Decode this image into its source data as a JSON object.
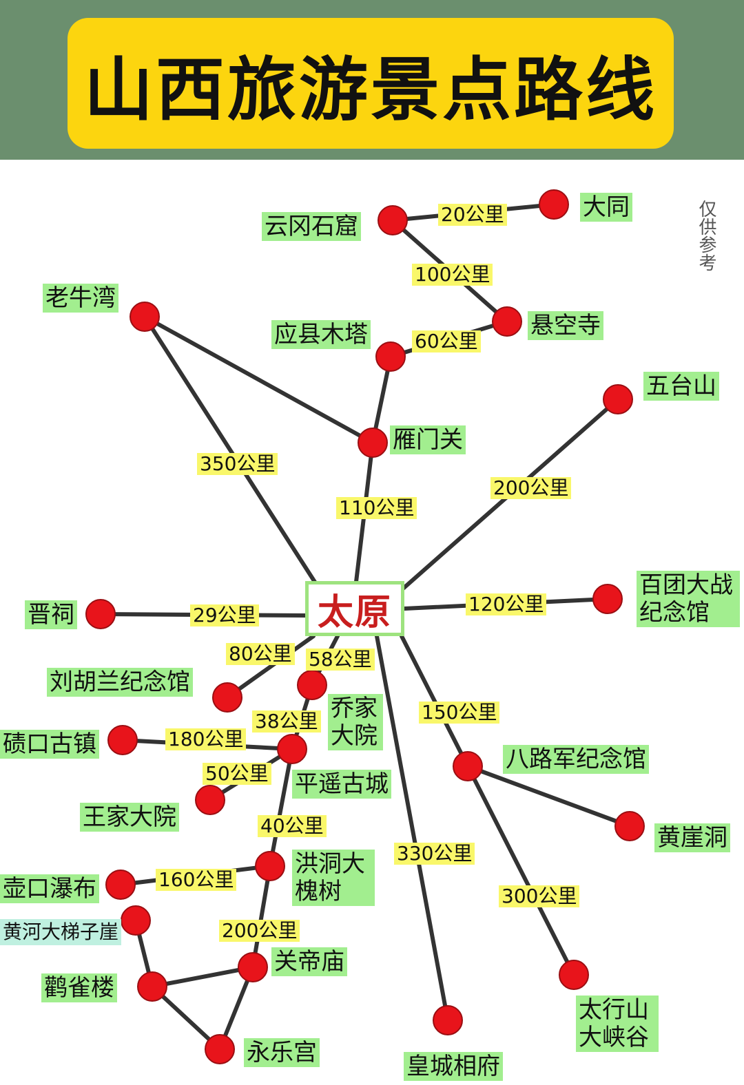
{
  "title": "山西旅游景点路线",
  "note": "仅供参考",
  "center": "太原",
  "places": {
    "datong": "大同",
    "yungang": "云冈石窟",
    "xuankong": "悬空寺",
    "yingxian": "应县木塔",
    "laoniuwan": "老牛湾",
    "yanmen": "雁门关",
    "wutai": "五台山",
    "baituan": "百团大战纪念馆",
    "jinci": "晋祠",
    "liuhulan": "刘胡兰纪念馆",
    "qiaojia": "乔家大院",
    "qikou": "碛口古镇",
    "pingyao": "平遥古城",
    "wangjia": "王家大院",
    "balujun": "八路军纪念馆",
    "huangya": "黄崖洞",
    "hongdong": "洪洞大槐树",
    "hukou": "壶口瀑布",
    "tizi": "黄河大梯子崖",
    "guandi": "关帝庙",
    "queque": "鹳雀楼",
    "yongle": "永乐宫",
    "huangcheng": "皇城相府",
    "taihang": "太行山大峡谷"
  },
  "distances": {
    "yungang_datong": "20公里",
    "yungang_xuankong": "100公里",
    "yingxian_xuankong": "60公里",
    "taiyuan_laoniuwan": "350公里",
    "taiyuan_yanmen": "110公里",
    "taiyuan_wutai": "200公里",
    "taiyuan_baituan": "120公里",
    "taiyuan_jinci": "29公里",
    "taiyuan_liuhulan": "80公里",
    "taiyuan_qiaojia": "58公里",
    "qiaojia_pingyao": "38公里",
    "qikou_pingyao": "180公里",
    "pingyao_wangjia": "50公里",
    "taiyuan_balujun": "150公里",
    "pingyao_hongdong": "40公里",
    "hukou_hongdong": "160公里",
    "hongdong_guandi": "200公里",
    "taiyuan_huangcheng": "330公里",
    "balujun_taihang": "300公里"
  },
  "colors": {
    "node": "#e8141b",
    "line": "#333333",
    "place_bg": "#a2ee8f",
    "distance_bg": "#f9f76a",
    "header_bg": "#6b8f6e",
    "title_bg": "#fcd50f"
  }
}
